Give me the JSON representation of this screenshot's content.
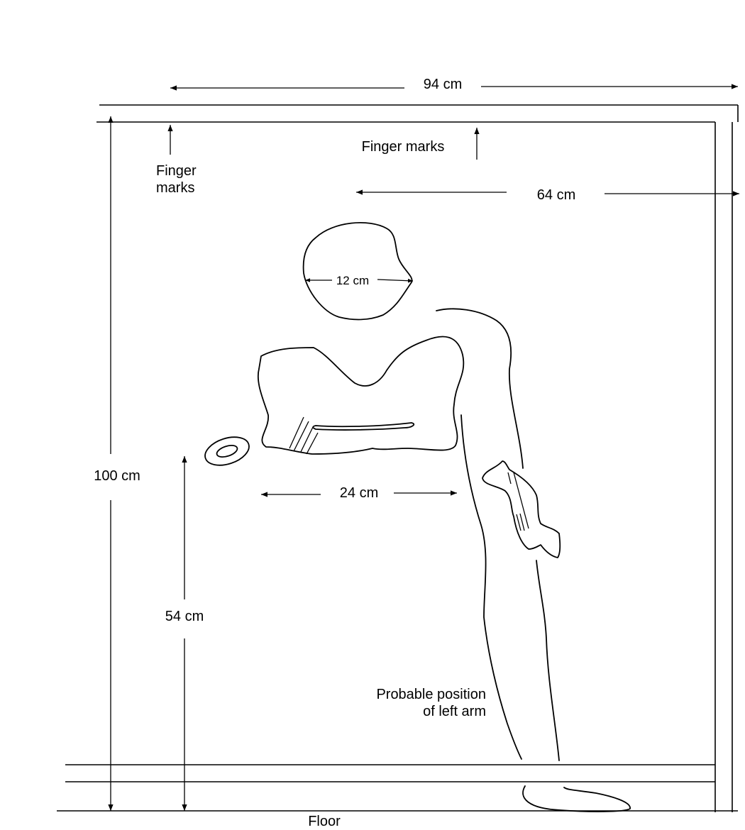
{
  "labels": {
    "width_94": "94 cm",
    "finger_marks_right": "Finger marks",
    "finger_marks_left_line1": "Finger",
    "finger_marks_left_line2": "marks",
    "dist_64": "64 cm",
    "head_12": "12 cm",
    "height_100": "100 cm",
    "torso_24": "24 cm",
    "height_54": "54 cm",
    "arm_note_line1": "Probable position",
    "arm_note_line2": "of left arm",
    "floor": "Floor"
  }
}
